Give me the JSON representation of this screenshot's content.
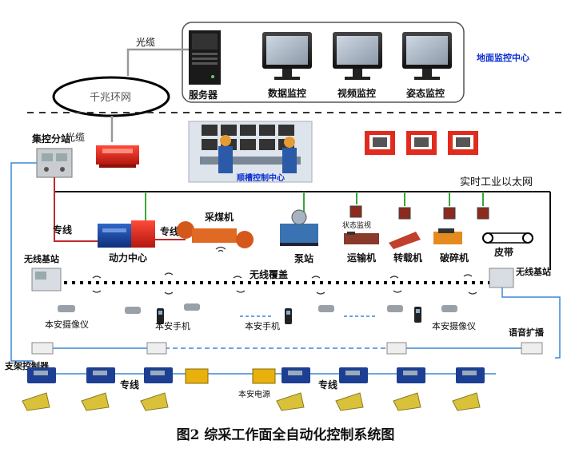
{
  "top": {
    "fiber_label": "光缆",
    "ring_label": "千兆环网",
    "server_label": "服务器",
    "data_monitor_label": "数据监控",
    "video_monitor_label": "视频监控",
    "pose_monitor_label": "姿态监控",
    "ground_center_label": "地面监控中心"
  },
  "middle": {
    "centralized_substation_label": "集控分站",
    "fiber_label": "光缆",
    "trough_center_label": "顺槽控制中心",
    "ethernet_label": "实时工业以太网",
    "dedicated_line_label": "专线",
    "dedicated_line_label_2": "专线",
    "power_center_label": "动力中心",
    "shearer_label": "采煤机",
    "pump_station_label": "泵站",
    "status_monitor_label": "状态监视",
    "conveyor_label": "运输机",
    "transfer_label": "转载机",
    "crusher_label": "破碎机",
    "belt_label": "皮带"
  },
  "bottom": {
    "wireless_base_left_label": "无线基站",
    "wireless_base_right_label": "无线基站",
    "wireless_coverage_label": "无线覆盖",
    "camera_label_1": "本安摄像仪",
    "phone_label_1": "本安手机",
    "phone_label_2": "本安手机",
    "camera_label_2": "本安摄像仪",
    "voice_broadcast_label": "语音扩播",
    "support_controller_label": "支架控制器",
    "dedicated_line_label_3": "专线",
    "dedicated_line_label_4": "专线",
    "intrinsic_power_label": "本安电源"
  },
  "caption": "图2  综采工作面全自动化控制系统图",
  "colors": {
    "link_blue": "#3a87d8",
    "link_green": "#3aa63a",
    "link_red": "#c0292b",
    "ground_center_blue": "#0b2fd0",
    "device_red": "#d42a1e",
    "controller_blue": "#1d3f93",
    "power_yellow": "#e8b10e",
    "support_yellow": "#d9c23a"
  }
}
